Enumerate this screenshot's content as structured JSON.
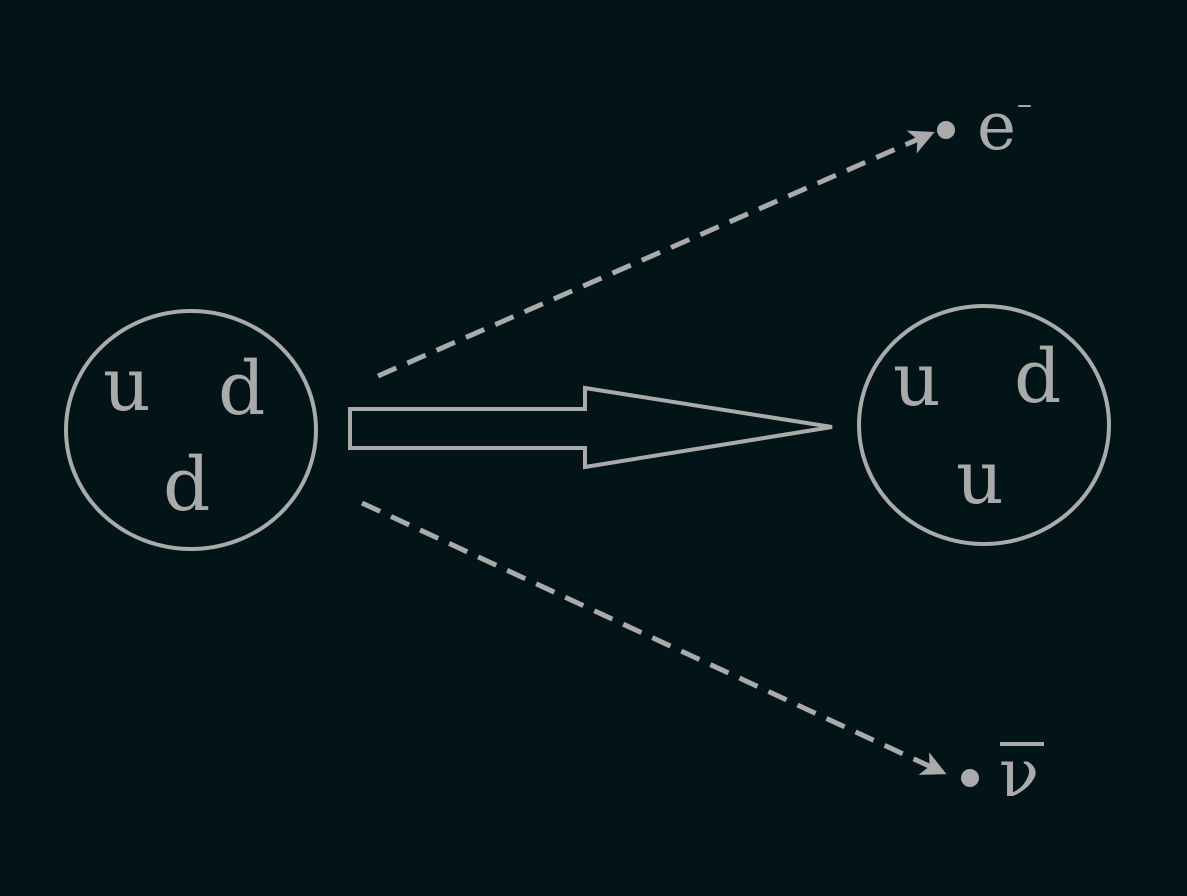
{
  "neutron": {
    "quarks": [
      "u",
      "d",
      "d"
    ]
  },
  "proton": {
    "quarks": [
      "u",
      "d",
      "u"
    ]
  },
  "electron": {
    "symbol": "e",
    "charge": "–"
  },
  "antineutrino": {
    "symbol": "ν"
  },
  "colors": {
    "background": "#031419",
    "foreground": "#a9aaa9"
  }
}
